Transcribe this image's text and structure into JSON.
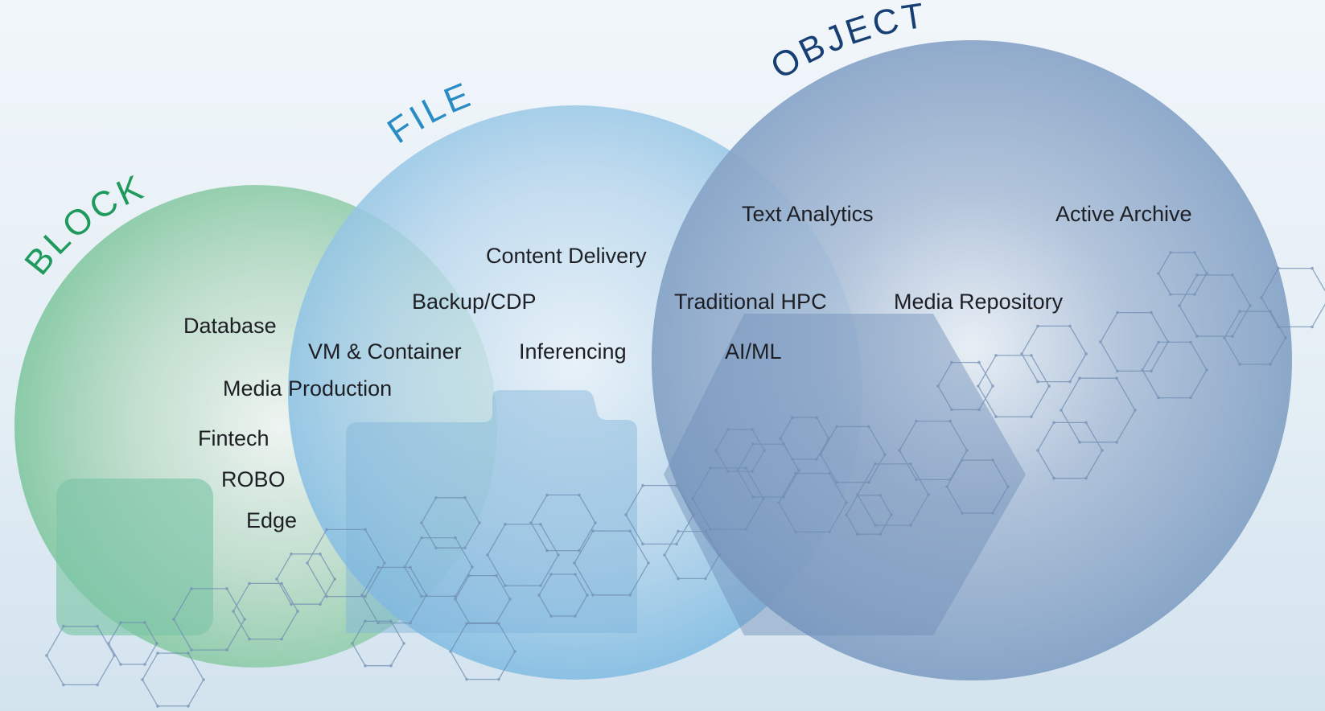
{
  "colors": {
    "block": "#1f9a5d",
    "file": "#2a8cc4",
    "object": "#173f73",
    "text": "#1d1f24",
    "hex_stroke": "#6f8db2"
  },
  "headings": {
    "block": "BLOCK",
    "file": "FILE",
    "object": "OBJECT"
  },
  "labels": {
    "database": "Database",
    "vm_container": "VM & Container",
    "media_production": "Media Production",
    "fintech": "Fintech",
    "robo": "ROBO",
    "edge": "Edge",
    "content_delivery": "Content Delivery",
    "backup_cdp": "Backup/CDP",
    "inferencing": "Inferencing",
    "text_analytics": "Text Analytics",
    "traditional_hpc": "Traditional HPC",
    "ai_ml": "AI/ML",
    "active_archive": "Active Archive",
    "media_repository": "Media Repository"
  },
  "icons": {
    "block": "rounded-square-icon",
    "file": "folder-icon",
    "object": "hexagon-icon"
  }
}
